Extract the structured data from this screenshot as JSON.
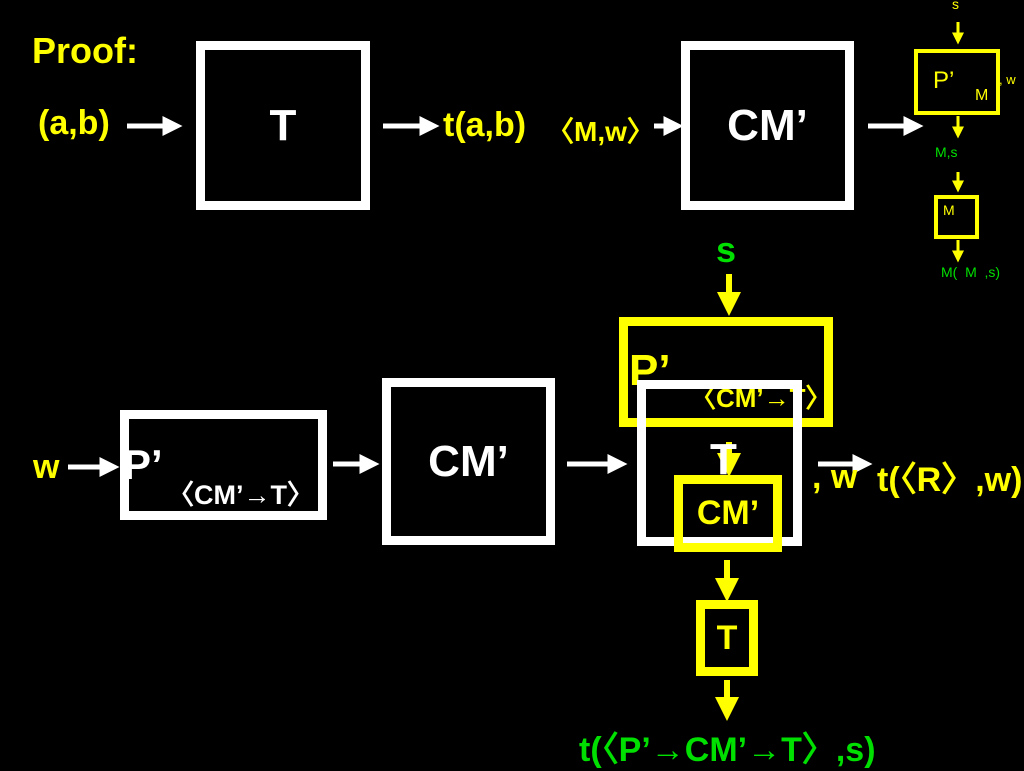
{
  "colors": {
    "background": "#000000",
    "white": "#ffffff",
    "yellow": "#ffff00",
    "green": "#00e000"
  },
  "title": "Proof:",
  "top_row": {
    "input": "(a,b)",
    "box_t": "T",
    "t_output": "t(a,b)",
    "mw": "〈M,w〉",
    "box_cm": "CM’"
  },
  "mini": {
    "s_top": "s",
    "p_label": "P’",
    "p_sub": "M",
    "w_side": ", w",
    "ms_label": "M,s",
    "m_box": "M",
    "result": "M(  M  ,s)"
  },
  "bottom_row": {
    "w_input": "w",
    "p_box_main": "P’",
    "p_box_sub": "〈CM’→T〉",
    "cm_box": "CM’",
    "s_top": "s",
    "p_yellow_main": "P’",
    "p_yellow_sub": "〈CM’→T〉",
    "t_box": "T",
    "w_side": ", w",
    "result_right": "t(〈R〉,w)",
    "cm_yellow": "CM’",
    "t_yellow": "T",
    "result_bottom": "t(〈P’→CM’→T〉,s)"
  }
}
